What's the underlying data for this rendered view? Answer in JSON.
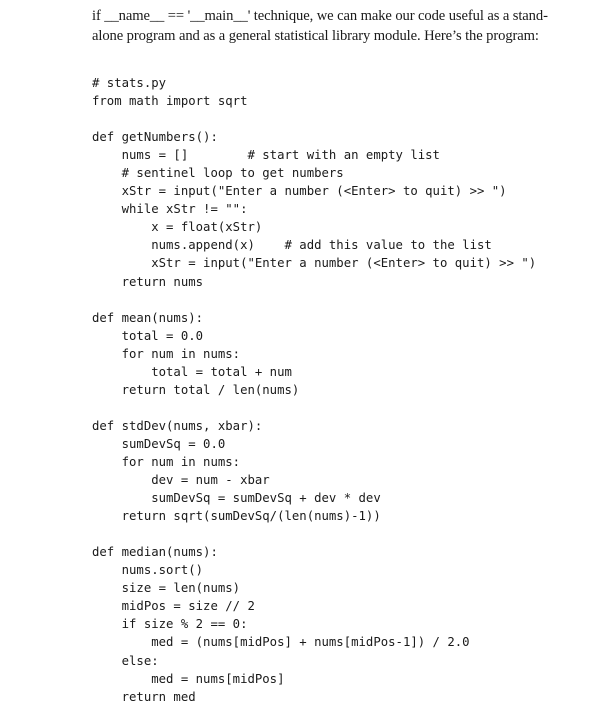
{
  "prose": {
    "lines": [
      "if __name__ == '__main__' technique, we can make our code useful as a stand-",
      "alone program and as a general statistical library module. Here’s the program:"
    ]
  },
  "code": {
    "lines": [
      "# stats.py",
      "from math import sqrt",
      "",
      "def getNumbers():",
      "    nums = []        # start with an empty list",
      "    # sentinel loop to get numbers",
      "    xStr = input(\"Enter a number (<Enter> to quit) >> \")",
      "    while xStr != \"\":",
      "        x = float(xStr)",
      "        nums.append(x)    # add this value to the list",
      "        xStr = input(\"Enter a number (<Enter> to quit) >> \")",
      "    return nums",
      "",
      "def mean(nums):",
      "    total = 0.0",
      "    for num in nums:",
      "        total = total + num",
      "    return total / len(nums)",
      "",
      "def stdDev(nums, xbar):",
      "    sumDevSq = 0.0",
      "    for num in nums:",
      "        dev = num - xbar",
      "        sumDevSq = sumDevSq + dev * dev",
      "    return sqrt(sumDevSq/(len(nums)-1))",
      "",
      "def median(nums):",
      "    nums.sort()",
      "    size = len(nums)",
      "    midPos = size // 2",
      "    if size % 2 == 0:",
      "        med = (nums[midPos] + nums[midPos-1]) / 2.0",
      "    else:",
      "        med = nums[midPos]",
      "    return med"
    ]
  }
}
